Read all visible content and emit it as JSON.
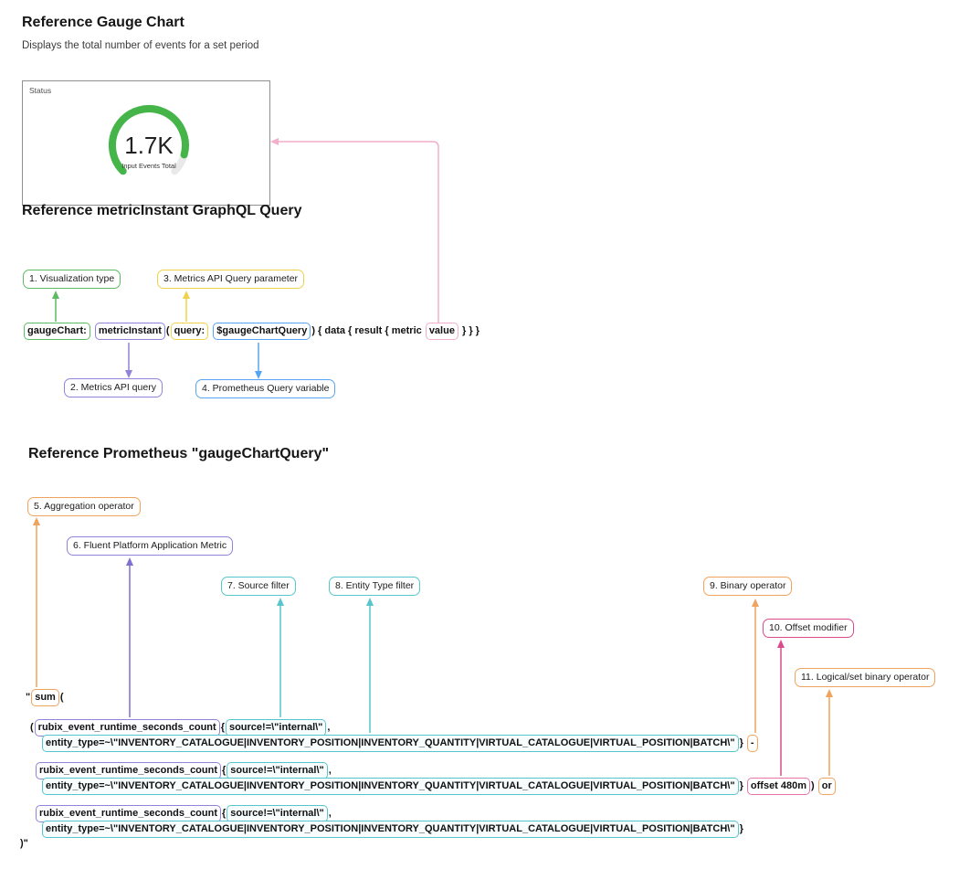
{
  "palette": {
    "green": "#5cbb63",
    "yellow": "#f0d24a",
    "purple": "#9084d8",
    "blue": "#57a4f2",
    "pink_light": "#f2aecb",
    "rose": "#e874a8",
    "magenta": "#d94b8a",
    "orange": "#f0a35e",
    "teal": "#56c6cc",
    "gauge_green": "#45b549",
    "gauge_track": "#e9e9e9",
    "panel_border": "#8f8f8f"
  },
  "gauge_section": {
    "title": "Reference Gauge Chart",
    "subtitle": "Displays the total number of events for a set period",
    "panel_header": "Status",
    "gauge": {
      "value": "1.7K",
      "label": "Input Events Total",
      "fill_percent": 89
    }
  },
  "graphql_section": {
    "title": "Reference metricInstant GraphQL Query",
    "callouts": [
      {
        "label": "1. Visualization type",
        "color": "#5cbb63"
      },
      {
        "label": "2. Metrics API query",
        "color": "#9084d8"
      },
      {
        "label": "3. Metrics API Query parameter",
        "color": "#f0d24a"
      },
      {
        "label": "4. Prometheus Query variable",
        "color": "#57a4f2"
      }
    ],
    "code_tokens": [
      {
        "t": "gaugeChart:",
        "b": "green"
      },
      {
        "t": " "
      },
      {
        "t": "metricInstant",
        "b": "purple"
      },
      {
        "t": "("
      },
      {
        "t": "query:",
        "b": "yellow"
      },
      {
        "t": " "
      },
      {
        "t": "$gaugeChartQuery",
        "b": "blue"
      },
      {
        "t": ") { data { result { metric "
      },
      {
        "t": "value",
        "b": "pink"
      },
      {
        "t": " } } }"
      }
    ]
  },
  "prometheus_section": {
    "title": "Reference Prometheus \"gaugeChartQuery\"",
    "callouts": [
      {
        "label": "5. Aggregation operator",
        "color": "#f0a35e"
      },
      {
        "label": "6. Fluent Platform Application Metric",
        "color": "#9084d8"
      },
      {
        "label": "7. Source filter",
        "color": "#56c6cc"
      },
      {
        "label": "8. Entity Type filter",
        "color": "#56c6cc"
      },
      {
        "label": "9. Binary operator",
        "color": "#f0a35e"
      },
      {
        "label": "10. Offset modifier",
        "color": "#d94b8a"
      },
      {
        "label": "11. Logical/set binary operator",
        "color": "#f0a35e"
      }
    ],
    "code_lines": {
      "sum_open": [
        {
          "t": "\""
        },
        {
          "t": "sum",
          "b": "orange"
        },
        {
          "t": "("
        }
      ],
      "q1_l1": [
        {
          "t": "("
        },
        {
          "t": "rubix_event_runtime_seconds_count",
          "b": "purple"
        },
        {
          "t": "{"
        },
        {
          "t": "source!=\\\"internal\\\"",
          "b": "teal"
        },
        {
          "t": ","
        }
      ],
      "q1_l2": [
        {
          "t": "entity_type=~\\\"INVENTORY_CATALOGUE|INVENTORY_POSITION|INVENTORY_QUANTITY|VIRTUAL_CATALOGUE|VIRTUAL_POSITION|BATCH\\\"",
          "b": "teal"
        },
        {
          "t": "} "
        },
        {
          "t": "-",
          "b": "orange"
        }
      ],
      "q2_l1": [
        {
          "t": "rubix_event_runtime_seconds_count",
          "b": "purple"
        },
        {
          "t": "{"
        },
        {
          "t": "source!=\\\"internal\\\"",
          "b": "teal"
        },
        {
          "t": ","
        }
      ],
      "q2_l2": [
        {
          "t": "entity_type=~\\\"INVENTORY_CATALOGUE|INVENTORY_POSITION|INVENTORY_QUANTITY|VIRTUAL_CATALOGUE|VIRTUAL_POSITION|BATCH\\\"",
          "b": "teal"
        },
        {
          "t": "} "
        },
        {
          "t": "offset 480m",
          "b": "rose"
        },
        {
          "t": ") "
        },
        {
          "t": "or",
          "b": "orange"
        }
      ],
      "q3_l1": [
        {
          "t": "rubix_event_runtime_seconds_count",
          "b": "purple"
        },
        {
          "t": "{"
        },
        {
          "t": "source!=\\\"internal\\\"",
          "b": "teal"
        },
        {
          "t": ","
        }
      ],
      "q3_l2": [
        {
          "t": "entity_type=~\\\"INVENTORY_CATALOGUE|INVENTORY_POSITION|INVENTORY_QUANTITY|VIRTUAL_CATALOGUE|VIRTUAL_POSITION|BATCH\\\"",
          "b": "teal"
        },
        {
          "t": "}"
        }
      ],
      "close": [
        {
          "t": ")\""
        }
      ]
    }
  }
}
